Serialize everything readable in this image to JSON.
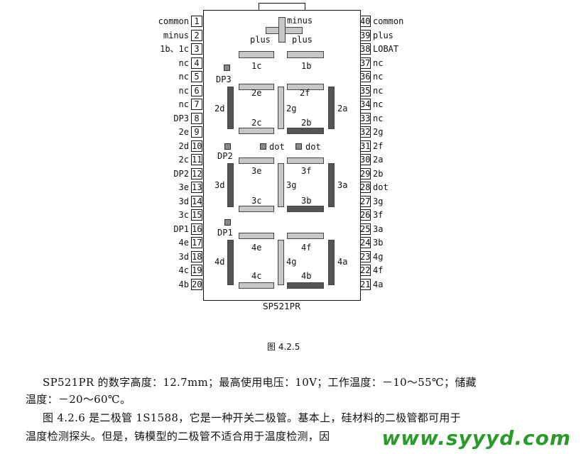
{
  "diagram": {
    "part_name": "SP521PR",
    "caption": "图 4.2.5",
    "left_pins": [
      {
        "n": "1",
        "label": "common"
      },
      {
        "n": "2",
        "label": "minus"
      },
      {
        "n": "3",
        "label": "1b、1c"
      },
      {
        "n": "4",
        "label": "nc"
      },
      {
        "n": "5",
        "label": "nc"
      },
      {
        "n": "6",
        "label": "nc"
      },
      {
        "n": "7",
        "label": "nc"
      },
      {
        "n": "8",
        "label": "DP3"
      },
      {
        "n": "9",
        "label": "2e"
      },
      {
        "n": "10",
        "label": "2d"
      },
      {
        "n": "11",
        "label": "2c"
      },
      {
        "n": "12",
        "label": "DP2"
      },
      {
        "n": "13",
        "label": "3e"
      },
      {
        "n": "14",
        "label": "3d"
      },
      {
        "n": "15",
        "label": "3c"
      },
      {
        "n": "16",
        "label": "DP1"
      },
      {
        "n": "17",
        "label": "4e"
      },
      {
        "n": "18",
        "label": "3d"
      },
      {
        "n": "19",
        "label": "4c"
      },
      {
        "n": "20",
        "label": "4b"
      }
    ],
    "right_pins": [
      {
        "n": "40",
        "label": "common"
      },
      {
        "n": "39",
        "label": "plus"
      },
      {
        "n": "38",
        "label": "LOBAT"
      },
      {
        "n": "37",
        "label": "nc"
      },
      {
        "n": "36",
        "label": "nc"
      },
      {
        "n": "35",
        "label": "nc"
      },
      {
        "n": "34",
        "label": "nc"
      },
      {
        "n": "33",
        "label": "nc"
      },
      {
        "n": "32",
        "label": "2g"
      },
      {
        "n": "31",
        "label": "2f"
      },
      {
        "n": "30",
        "label": "2a"
      },
      {
        "n": "29",
        "label": "2b"
      },
      {
        "n": "28",
        "label": "dot"
      },
      {
        "n": "27",
        "label": "3g"
      },
      {
        "n": "26",
        "label": "3f"
      },
      {
        "n": "25",
        "label": "3a"
      },
      {
        "n": "24",
        "label": "3b"
      },
      {
        "n": "23",
        "label": "4g"
      },
      {
        "n": "22",
        "label": "4f"
      },
      {
        "n": "21",
        "label": "4a"
      }
    ],
    "display_labels": {
      "minus": "minus",
      "plus_left": "plus",
      "plus_right": "plus",
      "s1c": "1c",
      "s1b": "1b",
      "dp3": "DP3",
      "s2e": "2e",
      "s2f": "2f",
      "s2d": "2d",
      "s2g": "2g",
      "s2a": "2a",
      "s2c": "2c",
      "s2b": "2b",
      "dot1": "dot",
      "dot2": "dot",
      "dp2": "DP2",
      "s3e": "3e",
      "s3f": "3f",
      "s3d": "3d",
      "s3g": "3g",
      "s3a": "3a",
      "s3c": "3c",
      "s3b": "3b",
      "dp1": "DP1",
      "s4e": "4e",
      "s4f": "4f",
      "s4d": "4d",
      "s4g": "4g",
      "s4a": "4a",
      "s4c": "4c",
      "s4b": "4b"
    }
  },
  "text": {
    "line1": "SP521PR 的数字高度：12.7mm；最高使用电压：10V；工作温度：－10～55℃；储藏",
    "line2": "温度：－20～60℃。",
    "line3": "图 4.2.6 是二极管 1S1588，它是一种开关二极管。基本上，硅材料的二极管都可用于",
    "line4": "温度检测探头。但是，铸模型的二极管不适合用于温度检测，因"
  },
  "watermark": "www.syyyd.com"
}
